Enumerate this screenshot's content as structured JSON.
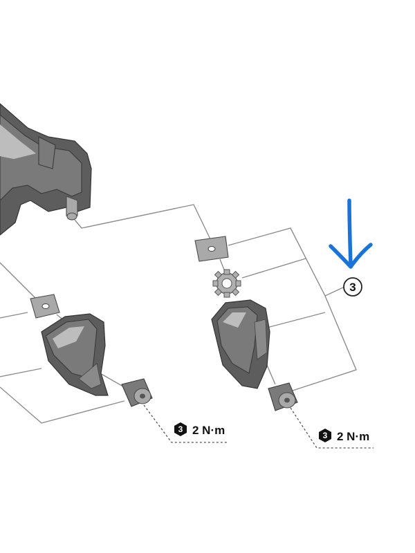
{
  "callout": {
    "number": "3"
  },
  "torque_labels": [
    {
      "tool_number": "3",
      "value": "2 N·m"
    },
    {
      "tool_number": "3",
      "value": "2 N·m"
    }
  ],
  "colors": {
    "annotation_arrow": "#1a73d9",
    "part_dark": "#5d5d5d",
    "leader_line": "#8c8c8c"
  },
  "icons": {
    "callout": "circled-number-icon",
    "tool": "hex-key-icon",
    "annotation": "down-arrow-icon"
  }
}
